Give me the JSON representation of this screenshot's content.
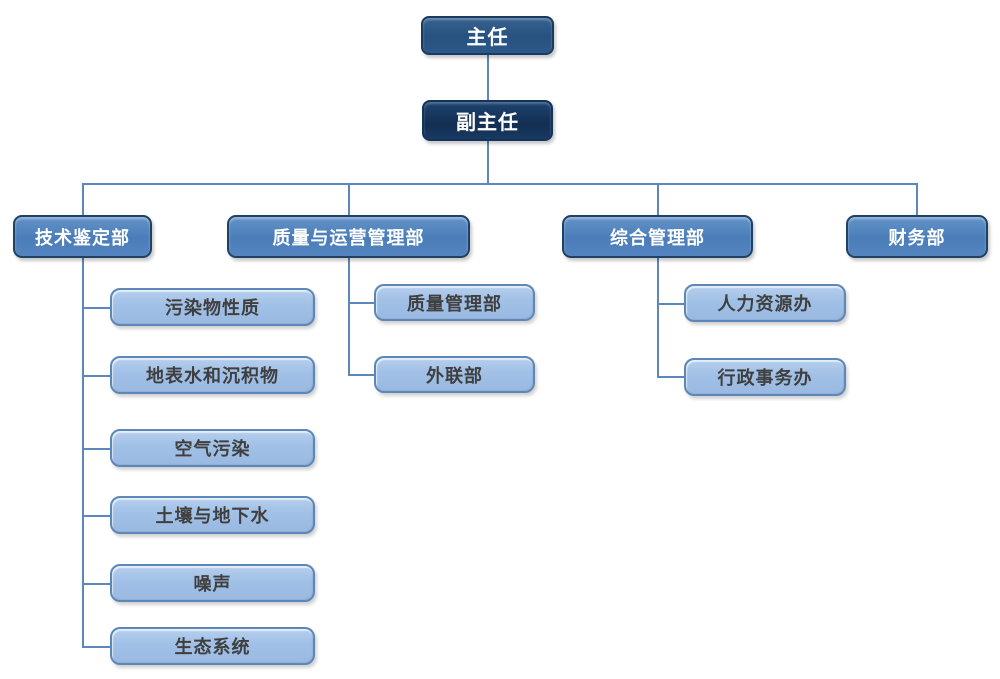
{
  "diagram": {
    "type": "org-chart",
    "director": "主任",
    "deputy_director": "副主任",
    "departments": [
      {
        "label": "技术鉴定部",
        "children": [
          "污染物性质",
          "地表水和沉积物",
          "空气污染",
          "土壤与地下水",
          "噪声",
          "生态系统"
        ]
      },
      {
        "label": "质量与运营管理部",
        "children": [
          "质量管理部",
          "外联部"
        ]
      },
      {
        "label": "综合管理部",
        "children": [
          "人力资源办",
          "行政事务办"
        ]
      },
      {
        "label": "财务部",
        "children": []
      }
    ],
    "colors": {
      "level1_fill": "#2d5a8a",
      "level2_fill": "#17375e",
      "level3_fill": "#4f81bd",
      "level4_fill": "#a3c1e5",
      "level4_text": "#3f3f3f",
      "connector": "#5c87ba",
      "background": "#ffffff"
    }
  }
}
